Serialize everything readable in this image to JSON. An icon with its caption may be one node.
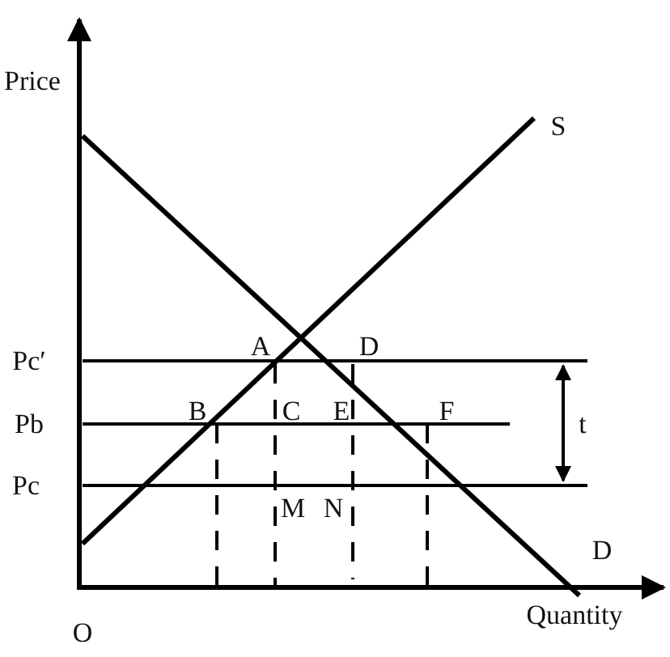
{
  "diagram": {
    "labels": [
      "Price",
      "S",
      "Pc′",
      "A",
      "D",
      "Pb",
      "B",
      "C",
      "E",
      "F",
      "t",
      "Pc",
      "M",
      "N",
      "D",
      "O",
      "Quantity"
    ]
  }
}
